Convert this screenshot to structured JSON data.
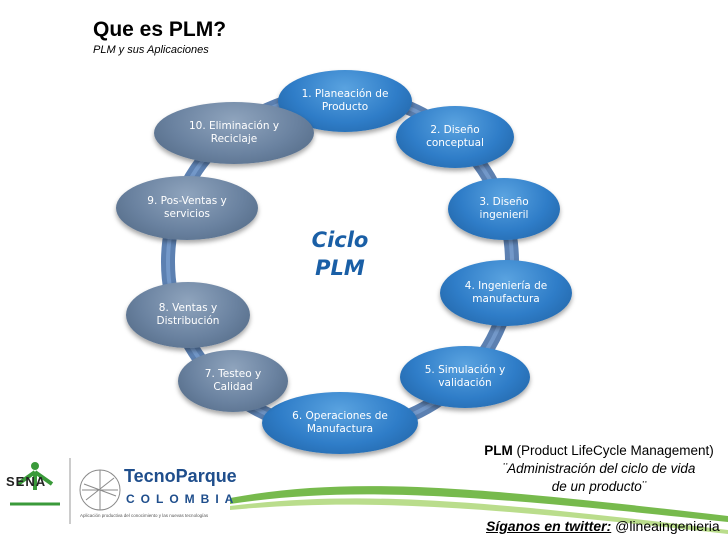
{
  "title": "Que es PLM?",
  "subtitle": "PLM y sus Aplicaciones",
  "center": {
    "line1": "Ciclo",
    "line2": "PLM"
  },
  "nodes": [
    {
      "line1": "1. Planeación de",
      "line2": "Producto",
      "style": "blue"
    },
    {
      "line1": "2. Diseño",
      "line2": "conceptual",
      "style": "blue"
    },
    {
      "line1": "3. Diseño",
      "line2": "ingenieril",
      "style": "blue"
    },
    {
      "line1": "4. Ingeniería de",
      "line2": "manufactura",
      "style": "blue"
    },
    {
      "line1": "5. Simulación y",
      "line2": "validación",
      "style": "blue"
    },
    {
      "line1": "6. Operaciones de",
      "line2": "Manufactura",
      "style": "blue"
    },
    {
      "line1": "7. Testeo y",
      "line2": "Calidad",
      "style": "grey"
    },
    {
      "line1": "8. Ventas y",
      "line2": "Distribución",
      "style": "grey"
    },
    {
      "line1": "9. Pos-Ventas y",
      "line2": "servicios",
      "style": "grey"
    },
    {
      "line1": "10. Eliminación y",
      "line2": "Reciclaje",
      "style": "grey"
    }
  ],
  "plm": {
    "abbr": "PLM",
    "expansion": "(Product LifeCycle Management)",
    "def_line1": "¨Administración del ciclo de vida",
    "def_line2": "de un producto¨"
  },
  "twitter": {
    "label": "Síganos en twitter:",
    "handle": "@lineaingenieria"
  },
  "logos": {
    "sena": "SENA",
    "tecnoparque_name": "TecnoParque",
    "tecnoparque_country": "COLOMBIA",
    "tecnoparque_tagline": "Aplicación productiva del conocimiento y las nuevas tecnologías"
  },
  "colors": {
    "node_blue": "#2f7dc8",
    "node_grey": "#6a82a0",
    "ring": "#4a73a8",
    "center_text": "#1a5fa6",
    "accent_green": "#5fae2e"
  }
}
